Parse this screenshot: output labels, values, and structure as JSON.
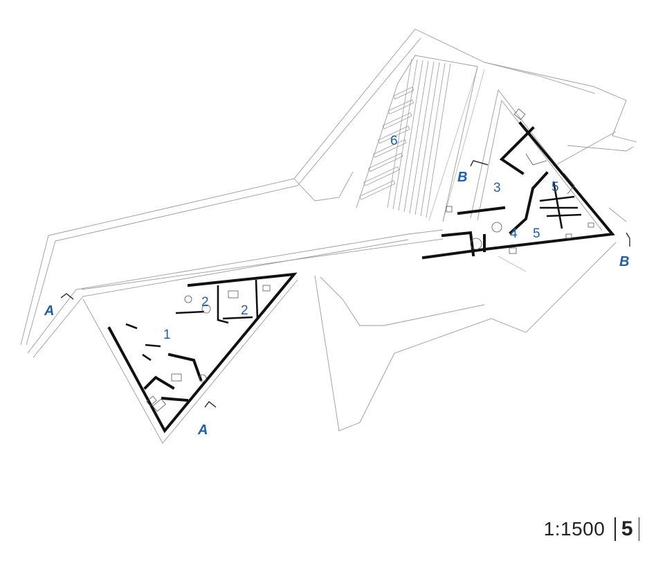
{
  "labels": {
    "room_1": "1",
    "room_2a": "2",
    "room_2b": "2",
    "room_3": "3",
    "room_4": "4",
    "room_5a": "5",
    "room_5b": "5",
    "room_6": "6",
    "section_a1": "A",
    "section_a2": "A",
    "section_b1": "B",
    "section_b2": "B"
  },
  "footer": {
    "scale": "1:1500",
    "page_number": "5"
  },
  "colors": {
    "label_blue": "#1f5fa8",
    "wall": "#111111",
    "outline": "#9a9a9a"
  }
}
